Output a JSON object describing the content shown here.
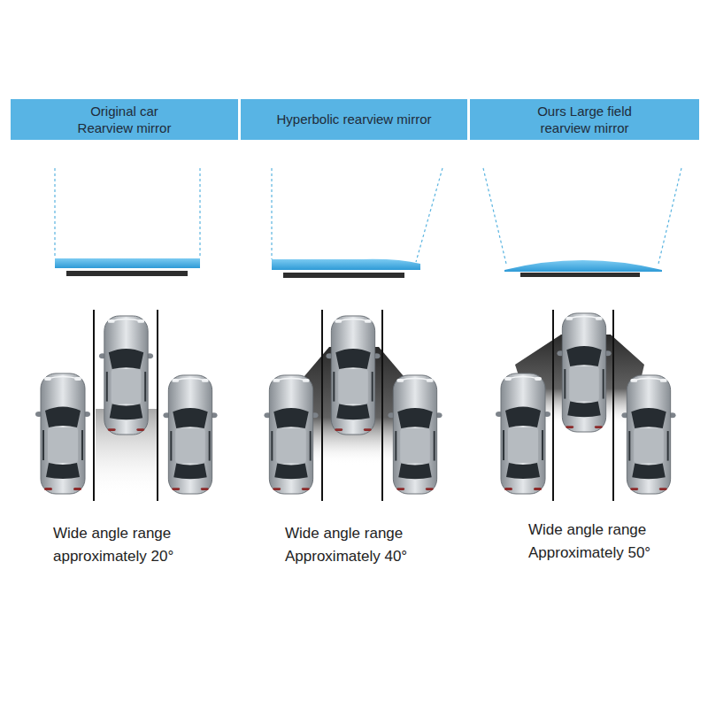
{
  "diagram": {
    "nodes": [
      {
        "text": [
          "Original car Rearview mirror"
        ]
      },
      {
        "text": [
          "Hyperbolic rearview mirror"
        ]
      },
      {
        "text": [
          "Ours Large field rearview mirror"
        ]
      }
    ],
    "labels": [
      "Wide angle range approximately 20°",
      "Wide angle range Approximately 40°",
      "Wide angle range Approximately 50°"
    ]
  }
}
